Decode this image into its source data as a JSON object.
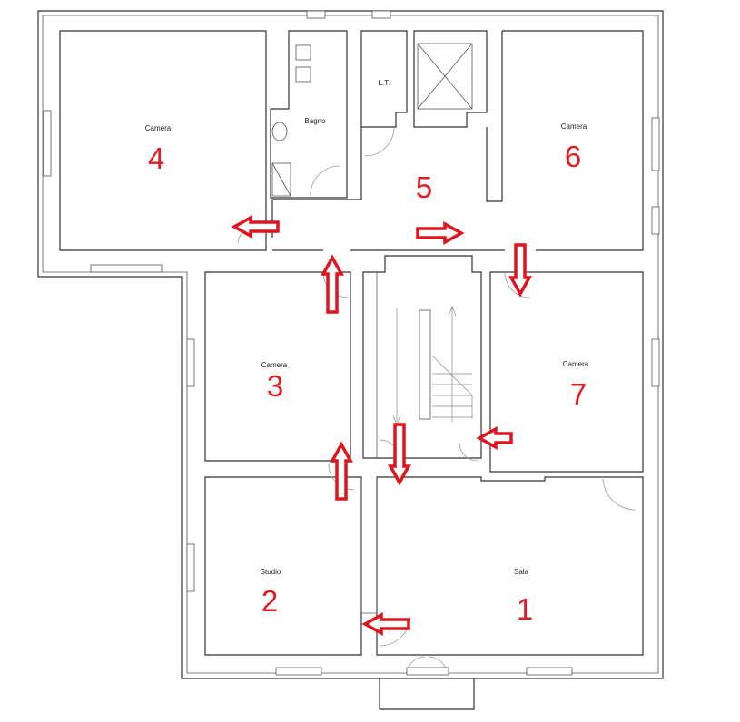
{
  "rooms": [
    {
      "id": "camera-4",
      "label": "Camera",
      "number": "4"
    },
    {
      "id": "bagno",
      "label": "Bagno",
      "number": ""
    },
    {
      "id": "lt",
      "label": "L.T.",
      "number": ""
    },
    {
      "id": "corridor",
      "label": "",
      "number": "5"
    },
    {
      "id": "camera-6",
      "label": "Camera",
      "number": "6"
    },
    {
      "id": "camera-3",
      "label": "Camera",
      "number": "3"
    },
    {
      "id": "camera-7",
      "label": "Camera",
      "number": "7"
    },
    {
      "id": "studio",
      "label": "Studio",
      "number": "2"
    },
    {
      "id": "sala",
      "label": "Sala",
      "number": "1"
    }
  ],
  "colors": {
    "annotation": "#e01b24",
    "walls": "#333333",
    "background": "#ffffff"
  }
}
